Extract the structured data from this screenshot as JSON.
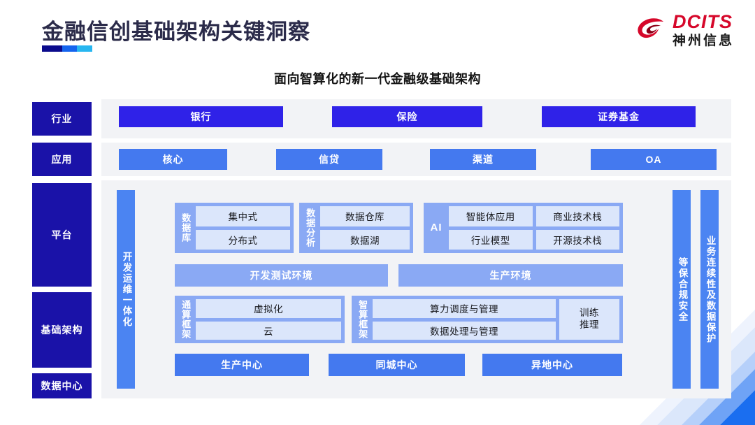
{
  "header": {
    "title": "金融信创基础架构关键洞察",
    "logo": {
      "en": "DCITS",
      "cn": "神州信息",
      "mark": "dcits-swirl-icon"
    },
    "accent_colors": {
      "navy": "#0b0b8c",
      "blue": "#1464ee",
      "cyan": "#27b6f0",
      "logo_red": "#d6072a"
    }
  },
  "subtitle": "面向智算化的新一代金融级基础架构",
  "layers": {
    "industry": "行业",
    "application": "应用",
    "platform": "平台",
    "infrastructure": "基础架构",
    "datacenter": "数据中心"
  },
  "industry_row": {
    "items": [
      {
        "label": "银行"
      },
      {
        "label": "保险"
      },
      {
        "label": "证券基金"
      }
    ]
  },
  "application_row": {
    "items": [
      {
        "label": "核心"
      },
      {
        "label": "信贷"
      },
      {
        "label": "渠道"
      },
      {
        "label": "OA"
      }
    ]
  },
  "pillars": {
    "left": "开发运维一体化",
    "right_1": "等保合规安全",
    "right_2": "业务连续性及数据保护"
  },
  "platform": {
    "database": {
      "label": "数据库",
      "cells": [
        "集中式",
        "分布式"
      ]
    },
    "analytics": {
      "label": "数据分析",
      "cells": [
        "数据仓库",
        "数据湖"
      ]
    },
    "ai": {
      "label": "AI",
      "cells": [
        "智能体应用",
        "商业技术栈",
        "行业模型",
        "开源技术栈"
      ]
    },
    "environments": [
      "开发测试环境",
      "生产环境"
    ]
  },
  "infrastructure": {
    "general_compute": {
      "label": "通算框架",
      "cells": [
        "虚拟化",
        "云"
      ]
    },
    "intelligent_compute": {
      "label": "智算框架",
      "cells": [
        "算力调度与管理",
        "数据处理与管理"
      ]
    },
    "training": "训练\n推理"
  },
  "datacenter_row": {
    "items": [
      {
        "label": "生产中心"
      },
      {
        "label": "同城中心"
      },
      {
        "label": "异地中心"
      }
    ]
  },
  "palette": {
    "dark_blue": "#2f22e8",
    "sidebar_blue": "#1a12a8",
    "app_blue": "#4479ef",
    "pillar_blue": "#4b84f2",
    "group_blue": "#8aa9f4",
    "cell_blue": "#dbe6fb",
    "panel_gray": "#f2f3f6"
  }
}
